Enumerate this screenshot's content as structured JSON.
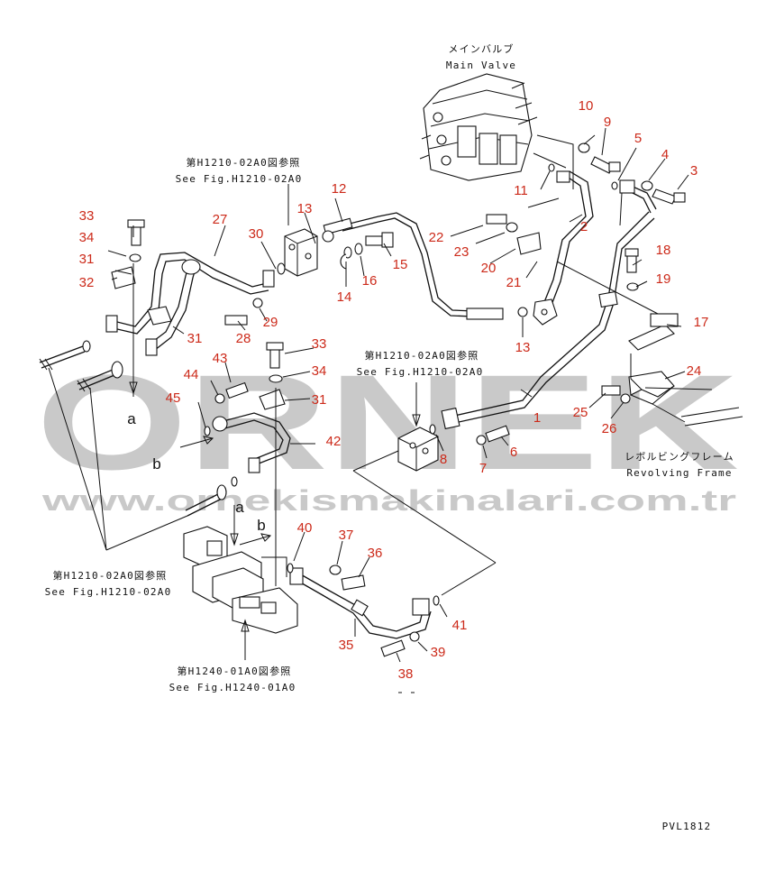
{
  "watermark": {
    "brand": "ORNEK",
    "url": "www.ornekismakinalari.com.tr"
  },
  "labels": {
    "main_valve_jp": "メインバルブ",
    "main_valve_en": "Main Valve",
    "ref1_jp": "第H1210-02A0図参照",
    "ref1_en": "See Fig.H1210-02A0",
    "ref2_jp": "第H1210-02A0図参照",
    "ref2_en": "See Fig.H1210-02A0",
    "ref3_jp": "第H1210-02A0図参照",
    "ref3_en": "See Fig.H1210-02A0",
    "ref4_jp": "第H1240-01A0図参照",
    "ref4_en": "See Fig.H1240-01A0",
    "frame_jp": "レボルビングフレーム",
    "frame_en": "Revolving Frame",
    "drawing_code": "PVL1812"
  },
  "letters": {
    "a1": "a",
    "a2": "a",
    "b1": "b",
    "b2": "b"
  },
  "callouts": {
    "c1": "1",
    "c2": "2",
    "c3": "3",
    "c4": "4",
    "c5": "5",
    "c6": "6",
    "c7": "7",
    "c8": "8",
    "c9": "9",
    "c10": "10",
    "c11": "11",
    "c12": "12",
    "c13a": "13",
    "c13b": "13",
    "c14": "14",
    "c15": "15",
    "c16": "16",
    "c17": "17",
    "c18": "18",
    "c19": "19",
    "c20": "20",
    "c21": "21",
    "c22": "22",
    "c23": "23",
    "c24": "24",
    "c25": "25",
    "c26": "26",
    "c27": "27",
    "c28": "28",
    "c29": "29",
    "c30": "30",
    "c31a": "31",
    "c31b": "31",
    "c31c": "31",
    "c32": "32",
    "c33a": "33",
    "c33b": "33",
    "c34a": "34",
    "c34b": "34",
    "c35": "35",
    "c36": "36",
    "c37": "37",
    "c38": "38",
    "c39": "39",
    "c40": "40",
    "c41": "41",
    "c42": "42",
    "c43": "43",
    "c44": "44",
    "c45": "45"
  }
}
